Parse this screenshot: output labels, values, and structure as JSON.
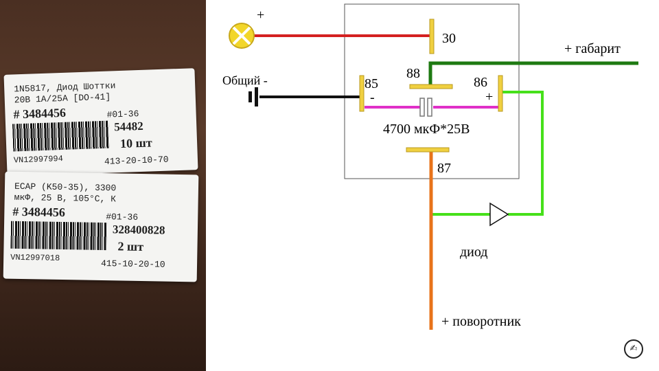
{
  "photo": {
    "diode_label": {
      "line1": "1N5817, Диод Шоттки",
      "line2": "20В 1А/25А [DO-41]",
      "sku": "# 3484456",
      "code": "#01-36",
      "number": "54482",
      "quantity": "10 шт",
      "vn": "VN12997994",
      "date": "413-20-10-70"
    },
    "capacitor_label": {
      "line1": "ECAP (K50-35), 3300",
      "line2": "мкФ, 25 В, 105°C, К",
      "sku": "# 3484456",
      "code": "#01-36",
      "number": "328400828",
      "quantity": "2 шт",
      "vn": "VN12997018",
      "date": "415-10-20-10"
    }
  },
  "diagram": {
    "lamp_plus": "+",
    "pin_30": "30",
    "pin_85": "85",
    "pin_88": "88",
    "pin_86": "86",
    "pin_87": "87",
    "minus_sign": "-",
    "plus_sign": "+",
    "ground_label": "Общий -",
    "gabarit_label": "+ габарит",
    "capacitor_label": "4700 мкФ*25В",
    "diode_label": "диод",
    "turn_signal_label": "+ поворотник"
  },
  "colors": {
    "red_wire": "#d42020",
    "black_wire": "#111111",
    "dark_green_wire": "#1e7a12",
    "light_green_wire": "#46e01a",
    "orange_wire": "#e8731a",
    "magenta_wire": "#e030c8",
    "contact_yellow": "#f0d040",
    "lamp_yellow": "#f2d62a"
  },
  "icons": {
    "lamp": "lamp-icon",
    "diode": "diode-icon",
    "capacitor": "capacitor-icon",
    "ground": "battery-minus-icon",
    "watermark": "drive2-logo-icon"
  }
}
